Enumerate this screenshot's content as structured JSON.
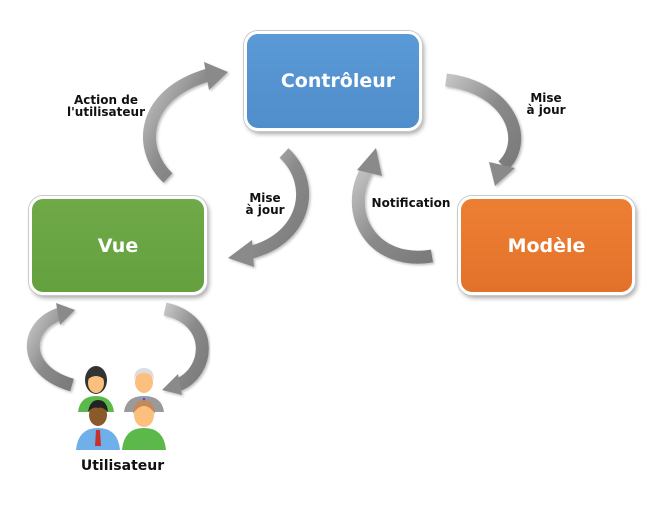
{
  "diagram": {
    "nodes": {
      "controller": {
        "label": "Contrôleur",
        "color": "#5393d0"
      },
      "view": {
        "label": "Vue",
        "color": "#68a442"
      },
      "model": {
        "label": "Modèle",
        "color": "#e8782e"
      },
      "user": {
        "label": "Utilisateur",
        "icon": "users-group-icon"
      }
    },
    "edges": {
      "user_action": {
        "line1": "Action de",
        "line2": "l'utilisateur"
      },
      "view_update": {
        "line1": "Mise",
        "line2": "à jour"
      },
      "model_update": {
        "line1": "Mise",
        "line2": "à jour"
      },
      "notification": {
        "label": "Notification"
      }
    },
    "arrow_color": "#8c8c8c"
  }
}
